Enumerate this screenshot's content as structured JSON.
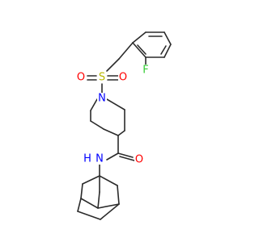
{
  "molecule": {
    "atoms": {
      "fluorine": {
        "text": "F",
        "color": "#33cc33"
      },
      "sulfur": {
        "text": "S",
        "color": "#b8b800"
      },
      "sulfonyl_oxygen_left": {
        "text": "O",
        "color": "#ff0000"
      },
      "sulfonyl_oxygen_right": {
        "text": "O",
        "color": "#ff0000"
      },
      "piperidine_nitrogen": {
        "text": "N",
        "color": "#0000ff"
      },
      "carbonyl_oxygen": {
        "text": "O",
        "color": "#ff0000"
      },
      "amide_nitrogen": {
        "text": "N",
        "color": "#0000ff"
      },
      "amide_hydrogen": {
        "text": "H",
        "color": "#0000ff"
      }
    },
    "bond_color": "#2b2b2b"
  }
}
